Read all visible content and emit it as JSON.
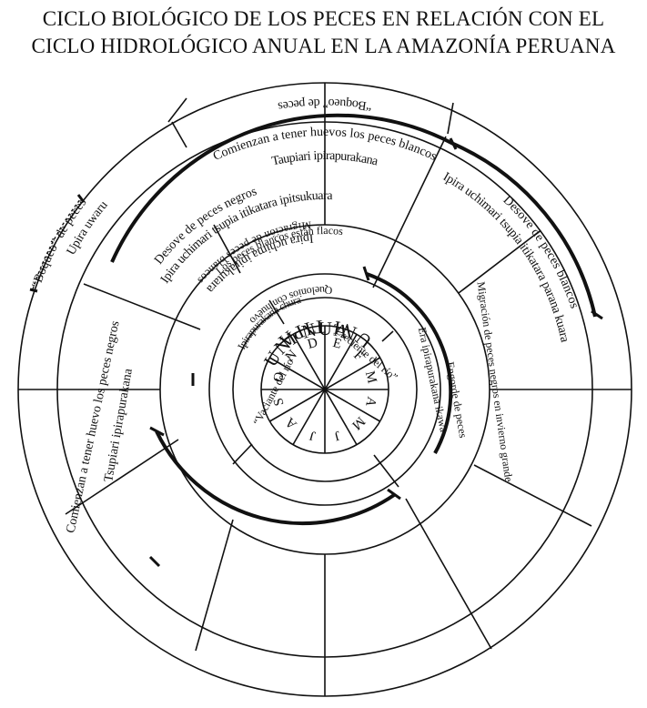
{
  "title": {
    "line1": "CICLO BIOLÓGICO DE LOS PECES EN RELACIÓN CON EL",
    "line2": "CICLO HIDROLÓGICO ANUAL EN LA AMAZONÍA PERUANA"
  },
  "center": {
    "top": "UNI NUA",
    "bottom": "UNI TIPA",
    "creciente": "“Creciente del río”",
    "vaciante": "“Vaciante del río”",
    "months": [
      "E",
      "F",
      "M",
      "A",
      "M",
      "J",
      "J",
      "A",
      "S",
      "O",
      "N",
      "D"
    ]
  },
  "labels": {
    "comienzan_blancos": "Comienzan a tener huevos los peces blancos",
    "taupiari": "Taupiari ipirapurakana",
    "desove_negros": "Desove de peces negros",
    "ipira_negros": "Ipira uchimari tsupia itikatara ipitsukuara",
    "desove_blancos": "Desove de peces blancos",
    "ipira_blancos": "Ipira uchimari tsupia itikatara parana kuara",
    "boqueo_top": "“Boqueo” de peces",
    "upira": "Upira uwaru",
    "comienzan_negros": "Comienzan a tener huevo los peces negros",
    "tsupiari": "Tsupiari ipirapurakana",
    "flacos": "Los peces blancos están flacos",
    "chura": "Ipirapurakana chura",
    "migracion_negros": "Migración de peces negros en invierno grande",
    "engorde": "Engorde de peces",
    "era": "Era ipirapurakana ikawa",
    "quelonios": "Quelonios con huevo",
    "ipira_uchima": "Ipira uchima ipirakutara",
    "migracion_blancos": "Migración de peces blancos",
    "boqueo_bottom": "“Boqueo” de peces"
  }
}
